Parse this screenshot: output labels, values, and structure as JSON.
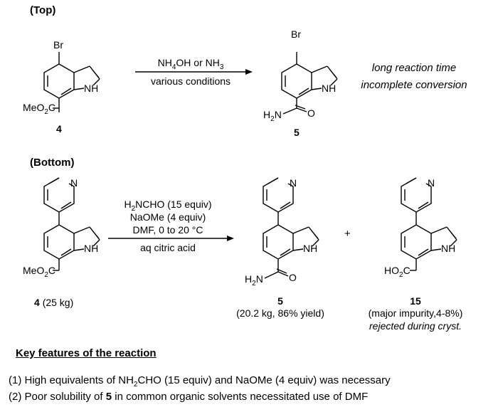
{
  "top": {
    "label": "(Top)",
    "start": {
      "number": "4",
      "substituent": "Br",
      "ester": "MeO2C",
      "nh": "NH"
    },
    "conditions": {
      "line1": "NH4OH or NH3",
      "line2": "various conditions"
    },
    "product": {
      "number": "5",
      "substituent": "Br",
      "amide_n": "H2N",
      "amide_o": "O",
      "nh": "NH"
    },
    "notes": [
      "long reaction time",
      "incomplete conversion"
    ]
  },
  "bottom": {
    "label": "(Bottom)",
    "start": {
      "number": "4",
      "quantity": "(25 kg)",
      "ester": "MeO2C",
      "pyridine_n": "N",
      "nh": "NH"
    },
    "conditions": [
      "H2NCHO (15 equiv)",
      "NaOMe (4 equiv)",
      "DMF, 0 to 20 °C",
      "aq citric acid"
    ],
    "product": {
      "number": "5",
      "yield": "(20.2 kg, 86% yield)",
      "amide_n": "H2N",
      "amide_o": "O",
      "pyridine_n": "N",
      "nh": "NH"
    },
    "plus": "+",
    "impurity": {
      "number": "15",
      "note": "(major impurity,4-8%)",
      "note2": "rejected during cryst.",
      "acid": "HO2C",
      "pyridine_n": "N",
      "nh": "NH"
    }
  },
  "features": {
    "title": "Key features of the reaction",
    "items": [
      {
        "prefix": "(1) High equivalents of NH",
        "sub": "2",
        "rest": "CHO (15 equiv) and NaOMe (4 equiv) was necessary"
      },
      {
        "prefix": "(2) Poor solubility of ",
        "bold": "5",
        "rest": " in common organic solvents necessitated use of DMF"
      }
    ]
  }
}
